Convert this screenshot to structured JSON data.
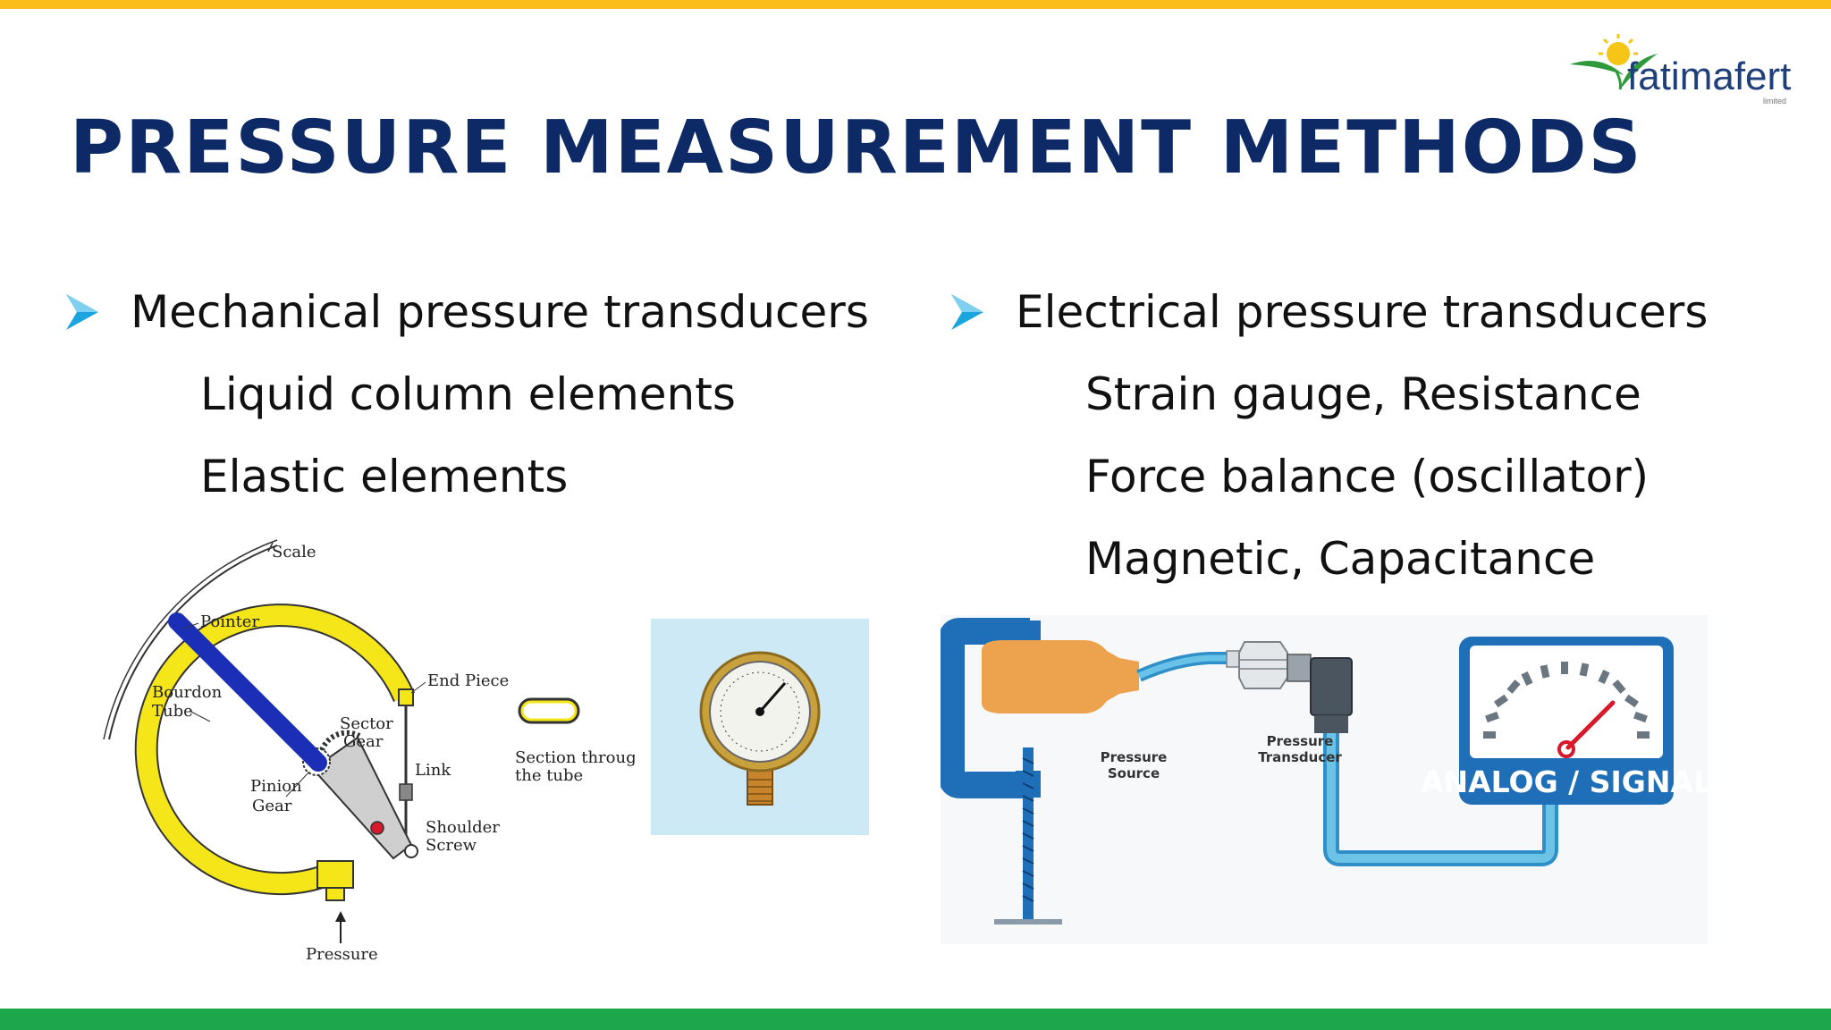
{
  "slide": {
    "title": "PRESSURE MEASUREMENT METHODS",
    "colors": {
      "top_bar": "#fbbd19",
      "bottom_bar": "#1ea64a",
      "title": "#0d2a66",
      "bullet_arrow": "#1aa5de"
    }
  },
  "logo": {
    "name": "fatimafert",
    "sub": "limited",
    "icon": "sun-leaf-logo-icon"
  },
  "left": {
    "heading": "Mechanical pressure transducers",
    "items": [
      "Liquid column elements",
      "Elastic elements"
    ]
  },
  "right": {
    "heading": "Electrical pressure transducers",
    "items": [
      "Strain gauge, Resistance",
      "Force balance (oscillator)",
      "Magnetic, Capacitance"
    ]
  },
  "bourdon_diagram": {
    "labels": {
      "scale": "Scale",
      "pointer": "Pointer",
      "bourdon_tube_1": "Bourdon",
      "bourdon_tube_2": "Tube",
      "sector_gear_1": "Sector",
      "sector_gear_2": "Gear",
      "end_piece": "End Piece",
      "link": "Link",
      "pinion_gear_1": "Pinion",
      "pinion_gear_2": "Gear",
      "shoulder_screw_1": "Shoulder",
      "shoulder_screw_2": "Screw",
      "pressure": "Pressure",
      "section_1": "Section through",
      "section_2": "the tube"
    }
  },
  "electrical_diagram": {
    "labels": {
      "source_1": "Pressure",
      "source_2": "Source",
      "transducer_1": "Pressure",
      "transducer_2": "Transducer",
      "signal": "ANALOG / SIGNAL"
    }
  }
}
